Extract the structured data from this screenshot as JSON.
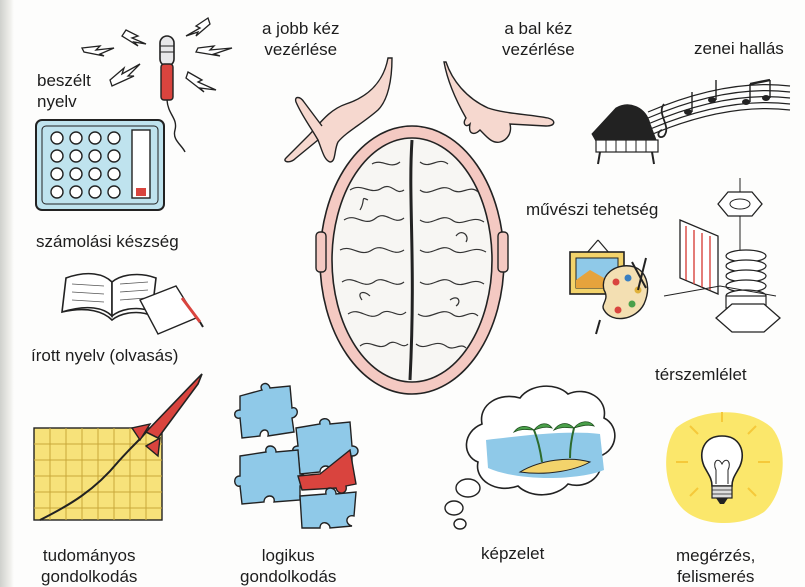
{
  "labels": {
    "spoken_language": [
      "beszélt",
      "nyelv"
    ],
    "right_hand": [
      "a jobb kéz",
      "vezérlése"
    ],
    "left_hand": [
      "a bal kéz",
      "vezérlése"
    ],
    "musical_hearing": "zenei hallás",
    "numerical_skill": "számolási készség",
    "artistic_talent": "művészi tehetség",
    "written_language": "írott nyelv (olvasás)",
    "spatial_perception": "térszemlélet",
    "scientific_thinking": [
      "tudományos",
      "gondolkodás"
    ],
    "logical_thinking": [
      "logikus",
      "gondolkodás"
    ],
    "imagination": "képzelet",
    "insight": [
      "megérzés,",
      "felismerés"
    ]
  },
  "colors": {
    "accent_red": "#d9443e",
    "calculator_blue": "#bfe3ee",
    "grid_yellow": "#f7e27a",
    "puzzle_blue": "#8fc9e8",
    "bulb_glow": "#fbe76b",
    "brain_fill": "#f7f6f3",
    "head_outline": "#f4c9c2"
  },
  "icons": [
    "microphone-icon",
    "calculator-icon",
    "book-icon",
    "rocket-chart-icon",
    "puzzle-icon",
    "brain-icon",
    "hand-icon",
    "piano-icon",
    "palette-icon",
    "bolt-icon",
    "thought-bubble-icon",
    "lightbulb-icon"
  ]
}
